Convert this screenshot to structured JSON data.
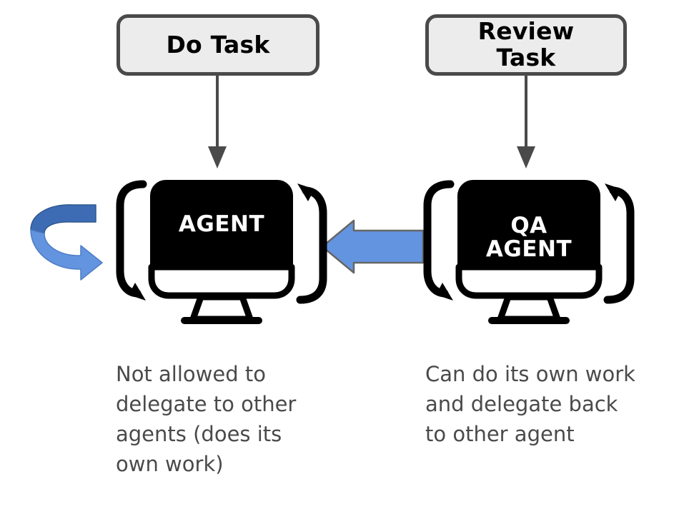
{
  "diagram": {
    "background_color": "#ffffff",
    "title_boxes": [
      {
        "id": "do-task",
        "label": "Do Task",
        "fill": "#ececec",
        "border_color": "#4a4a4a"
      },
      {
        "id": "review-task",
        "label": "Review\nTask",
        "fill": "#ececec",
        "border_color": "#4a4a4a"
      }
    ],
    "nodes": [
      {
        "id": "agent",
        "label": "AGENT",
        "icon": "desktop-monitor-icon",
        "screen_color": "#000000",
        "label_color": "#ffffff",
        "loop_arrows": "two-curved-bracket-arrows"
      },
      {
        "id": "qa-agent",
        "label": "QA\nAGENT",
        "icon": "desktop-monitor-icon",
        "screen_color": "#000000",
        "label_color": "#ffffff",
        "loop_arrows": "two-curved-bracket-arrows"
      }
    ],
    "captions": [
      {
        "for": "agent",
        "text": "Not allowed to delegate to other agents (does its own work)",
        "color": "#4a4a4a"
      },
      {
        "for": "qa-agent",
        "text": "Can do its own work and delegate back to other agent",
        "color": "#4a4a4a"
      }
    ],
    "connectors": [
      {
        "id": "do-task-to-agent",
        "from": "do-task",
        "to": "agent",
        "direction": "down",
        "color": "#4a4a4a",
        "style": "straight-line-with-arrowhead"
      },
      {
        "id": "review-task-to-qa-agent",
        "from": "review-task",
        "to": "qa-agent",
        "direction": "down",
        "color": "#4a4a4a",
        "style": "straight-line-with-arrowhead"
      },
      {
        "id": "qa-agent-to-agent",
        "from": "qa-agent",
        "to": "agent",
        "direction": "left",
        "color": "#6394E0",
        "border_color": "#616161",
        "style": "block-arrow"
      },
      {
        "id": "agent-self-loop",
        "from": "agent",
        "to": "agent",
        "direction": "circular",
        "color": "#6394E0",
        "dark_color": "#3D6CB5",
        "style": "3d-circular-arrow"
      }
    ],
    "colors": {
      "blue_accent": "#6394E0",
      "blue_dark": "#3D6CB5",
      "gray_stroke": "#4a4a4a",
      "box_fill": "#ececec",
      "black": "#000000",
      "white": "#ffffff"
    }
  }
}
